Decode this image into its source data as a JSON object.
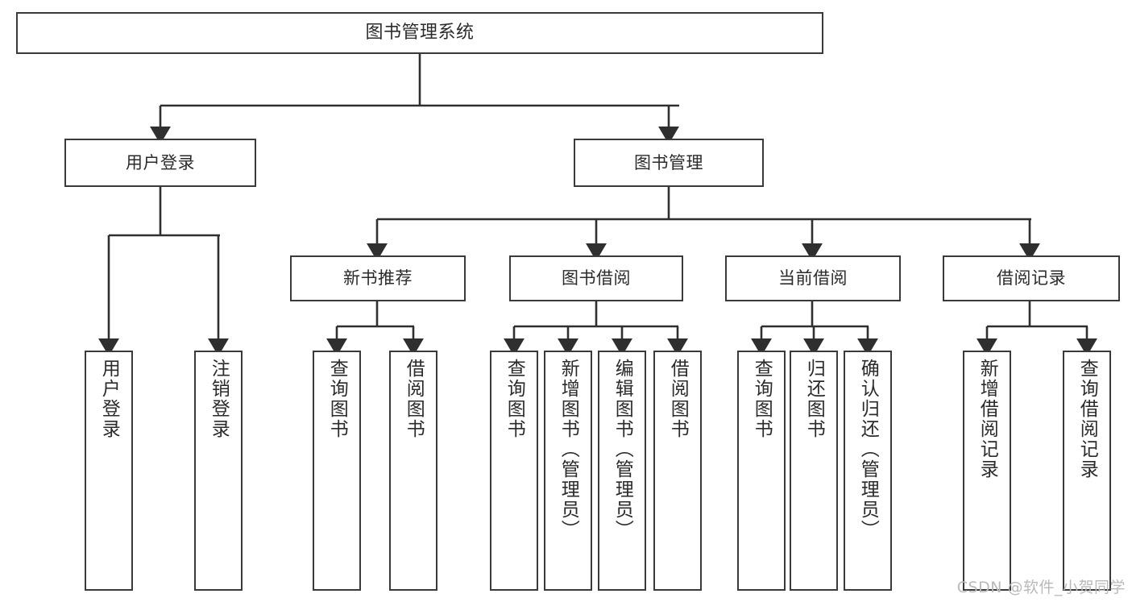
{
  "diagram": {
    "title": "图书管理系统",
    "type": "功能结构图",
    "root": {
      "id": "root",
      "label": "图书管理系统"
    },
    "level2": [
      {
        "id": "user-login",
        "label": "用户登录"
      },
      {
        "id": "book-manage",
        "label": "图书管理"
      }
    ],
    "level3": [
      {
        "id": "new-book-rec",
        "label": "新书推荐",
        "parent": "book-manage"
      },
      {
        "id": "book-borrow",
        "label": "图书借阅",
        "parent": "book-manage"
      },
      {
        "id": "current-borrow",
        "label": "当前借阅",
        "parent": "book-manage"
      },
      {
        "id": "borrow-record",
        "label": "借阅记录",
        "parent": "book-manage"
      }
    ],
    "leaves": [
      {
        "id": "leaf-user-login",
        "label": "用户登录",
        "parent": "user-login"
      },
      {
        "id": "leaf-user-logout",
        "label": "注销登录",
        "parent": "user-login"
      },
      {
        "id": "leaf-query-book-1",
        "label": "查询图书",
        "parent": "new-book-rec"
      },
      {
        "id": "leaf-borrow-book-1",
        "label": "借阅图书",
        "parent": "new-book-rec"
      },
      {
        "id": "leaf-query-book-2",
        "label": "查询图书",
        "parent": "book-borrow"
      },
      {
        "id": "leaf-add-book",
        "label": "新增图书（管理员）",
        "parent": "book-borrow"
      },
      {
        "id": "leaf-edit-book",
        "label": "编辑图书（管理员）",
        "parent": "book-borrow"
      },
      {
        "id": "leaf-borrow-book-2",
        "label": "借阅图书",
        "parent": "book-borrow"
      },
      {
        "id": "leaf-query-book-3",
        "label": "查询图书",
        "parent": "current-borrow"
      },
      {
        "id": "leaf-return-book",
        "label": "归还图书",
        "parent": "current-borrow"
      },
      {
        "id": "leaf-confirm-return",
        "label": "确认归还（管理员）",
        "parent": "current-borrow"
      },
      {
        "id": "leaf-add-record",
        "label": "新增借阅记录",
        "parent": "borrow-record"
      },
      {
        "id": "leaf-query-record",
        "label": "查询借阅记录",
        "parent": "borrow-record"
      }
    ],
    "colors": {
      "box_border": "#3a3a3a",
      "box_fill": "#ffffff",
      "connector": "#2f2f2f",
      "text": "#2b2b2b",
      "watermark": "#b9b9b9"
    }
  },
  "watermark": {
    "text": "CSDN @软件_小贺同学"
  }
}
